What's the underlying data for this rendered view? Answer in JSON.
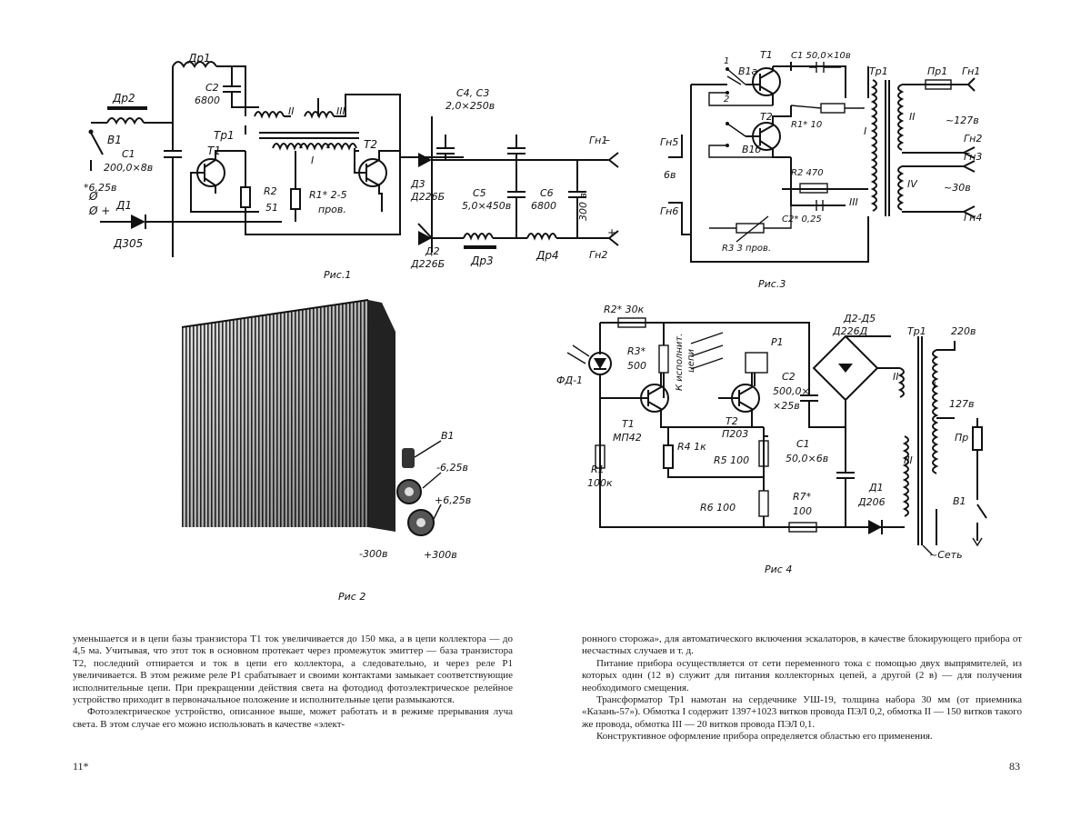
{
  "page": {
    "left_number": "11*",
    "right_number": "83"
  },
  "figures": {
    "fig1": {
      "caption": "Рис.1",
      "labels": {
        "dr1": "Др1",
        "dr2": "Др2",
        "c2": "С2",
        "c2v": "6800",
        "tp1": "Тр1",
        "w2": "II",
        "w3": "III",
        "w1": "I",
        "t1": "Т1",
        "t2": "Т2",
        "b1": "В1",
        "c1": "С1",
        "c1v": "200,0×8в",
        "minus": "*6,25в",
        "d1": "Д1",
        "d1t": "Д305",
        "r2": "R2",
        "r2v": "51",
        "r1": "R1* 2-5",
        "r1v": "пров.",
        "c4": "С4, С3",
        "c4v": "2,0×250в",
        "d3": "Д3",
        "d3t": "Д226Б",
        "d2": "Д2",
        "d2t": "Д226Б",
        "c5": "С5",
        "c5v": "5,0×450в",
        "c6": "С6",
        "c6v": "6800",
        "dr3": "Др3",
        "dr4": "Др4",
        "gn1": "Гн1",
        "gn2": "Гн2",
        "v300": "300 в"
      }
    },
    "fig2": {
      "caption": "Рис 2",
      "labels": {
        "b1": "В1",
        "m625": "-6,25в",
        "p625": "+6,25в",
        "m300": "-300в",
        "p300": "+300в"
      }
    },
    "fig3": {
      "caption": "Рис.3",
      "labels": {
        "t1": "Т1",
        "b1a": "В1а",
        "c1": "С1 50,0×10в",
        "tp1": "Тр1",
        "pr1": "Пр1",
        "gn1": "Гн1",
        "gn5": "Гн5",
        "v6": "6в",
        "gn6": "Гн6",
        "t2": "Т2",
        "r1": "R1* 10",
        "b1b": "В1б",
        "w2": "II",
        "v127": "~127в",
        "gn2": "Гн2",
        "gn3": "Гн3",
        "w1": "I",
        "r2": "R2  470",
        "c2": "С2* 0,25",
        "r3": "R3  3 пров.",
        "w3": "III",
        "w4": "IV",
        "v30": "~30в",
        "gn4": "Гн4",
        "n1": "1",
        "n2": "2"
      }
    },
    "fig4": {
      "caption": "Рис 4",
      "labels": {
        "r2": "R2* 30к",
        "r3": "R3*",
        "r3v": "500",
        "fd": "ФД-1",
        "kisp": "К исполнит.",
        "cepi": "цепи",
        "p1": "Р1",
        "c2": "С2",
        "c2v": "500,0×",
        "c2v2": "×25в",
        "d25": "Д2-Д5",
        "d25t": "Д226Д",
        "tp1": "Тр1",
        "v220": "220в",
        "w2": "II",
        "w1": "I",
        "v127": "127в",
        "t1": "Т1",
        "t1t": "МП42",
        "t2": "Т2",
        "t2t": "П203",
        "r4": "R4 1к",
        "c1": "С1",
        "c1v": "50,0×6в",
        "r1": "R1",
        "r1v": "100к",
        "r5": "R5 100",
        "pr": "Пр",
        "r6": "R6 100",
        "r7": "R7*",
        "r7v": "100",
        "d1": "Д1",
        "d1t": "Д206",
        "w3": "III",
        "b1": "В1",
        "set": "~Сеть"
      }
    }
  },
  "text": {
    "left": [
      "уменьшается и в цепи базы транзистора Т1 ток увеличивается до 150 мка, а в цепи коллектора — до 4,5 ма. Учитывая, что этот ток в основном протекает через промежуток эмиттер — база транзистора Т2, последний отпирается и ток в цепи его коллектора, а следовательно, и через реле Р1 увеличивается. В этом режиме реле Р1 срабатывает и своими контактами замыкает соответствующие исполнительные цепи. При прекращении действия света на фотодиод фотоэлектрическое релейное устройство приходит в первоначальное положение и исполнительные цепи размыкаются.",
      "Фотоэлектрическое устройство, описанное выше, может работать и в режиме прерывания луча света. В этом случае его можно использовать в качестве «элект-"
    ],
    "right": [
      "ронного сторожа», для автоматического включения эскалаторов, в качестве блокирующего прибора от несчастных случаев и т. д.",
      "Питание прибора осуществляется от сети переменного тока с помощью двух выпрямителей, из которых один (12 в) служит для питания коллекторных цепей, а другой (2 в) — для получения необходимого смещения.",
      "Трансформатор Тр1 намотан на сердечнике УШ-19, толщина набора 30 мм (от приемника «Казань-57»). Обмотка I содержит 1397+1023 витков провода ПЭЛ 0,2, обмотка II — 150 витков такого же провода, обмотка III — 20 витков провода ПЭЛ 0,1.",
      "Конструктивное оформление прибора определяется областью его применения."
    ]
  }
}
